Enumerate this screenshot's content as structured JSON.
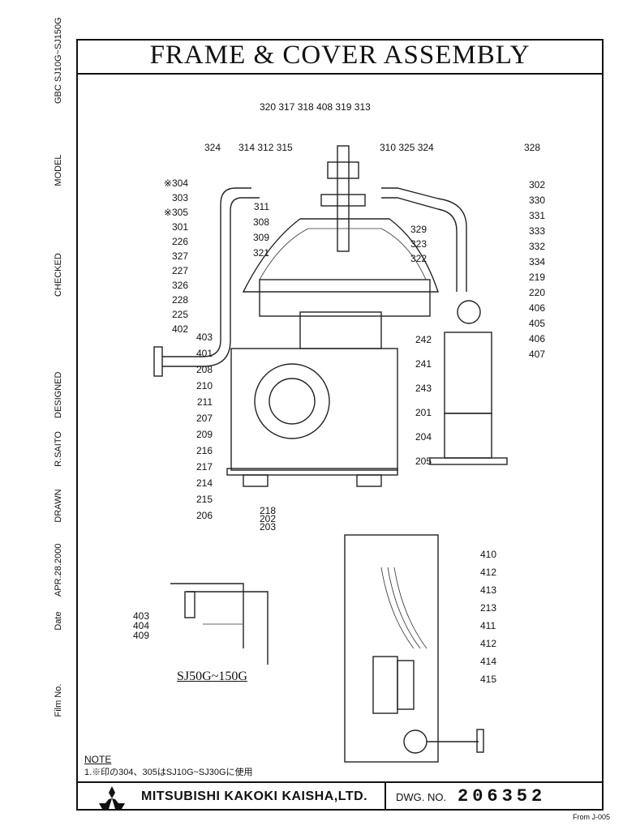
{
  "title": "FRAME & COVER ASSEMBLY",
  "sidebar": {
    "model_value": "GBC SJ10G~SJ150G",
    "model_label": "MODEL",
    "checked_label": "CHECKED",
    "designed_label": "DESIGNED",
    "drawn_label": "DRAWN",
    "drawn_value": "R.SAITO",
    "date_label": "Date",
    "date_value": "APR.28.2000",
    "film_label": "Film No."
  },
  "callouts": {
    "top_row": [
      "320",
      "317",
      "318",
      "408",
      "319",
      "313"
    ],
    "second_row_left": [
      "314",
      "312",
      "315"
    ],
    "second_row_right": [
      "310",
      "325",
      "324"
    ],
    "left_324": "324",
    "right_328": "328",
    "left_column": [
      "※304",
      "303",
      "※305",
      "301",
      "226",
      "327",
      "227",
      "326",
      "228",
      "225",
      "402"
    ],
    "center_left": [
      "311",
      "308",
      "309",
      "321"
    ],
    "center_right": [
      "329",
      "323",
      "322"
    ],
    "right_column": [
      "302",
      "330",
      "331",
      "333",
      "332",
      "334",
      "219",
      "220",
      "406",
      "405",
      "406",
      "407"
    ],
    "mid_right": [
      "242",
      "241",
      "243",
      "201",
      "204",
      "205"
    ],
    "lower_left": [
      "403",
      "401",
      "208",
      "210",
      "211",
      "207",
      "209",
      "216",
      "217",
      "214",
      "215",
      "206"
    ],
    "bottom_center": [
      "218",
      "202",
      "203"
    ],
    "detail_left": [
      "403",
      "404",
      "409"
    ],
    "detail_right": [
      "410",
      "412",
      "413",
      "213",
      "411",
      "412",
      "414",
      "415"
    ]
  },
  "detail_caption": "SJ50G~150G",
  "note": {
    "title": "NOTE",
    "text": "1.※印の304、305はSJ10G~SJ30Gに使用"
  },
  "footer": {
    "company": "MITSUBISHI KAKOKI KAISHA,LTD.",
    "dwg_label": "DWG. NO.",
    "dwg_number": "206352"
  },
  "from_text": "From J-005"
}
